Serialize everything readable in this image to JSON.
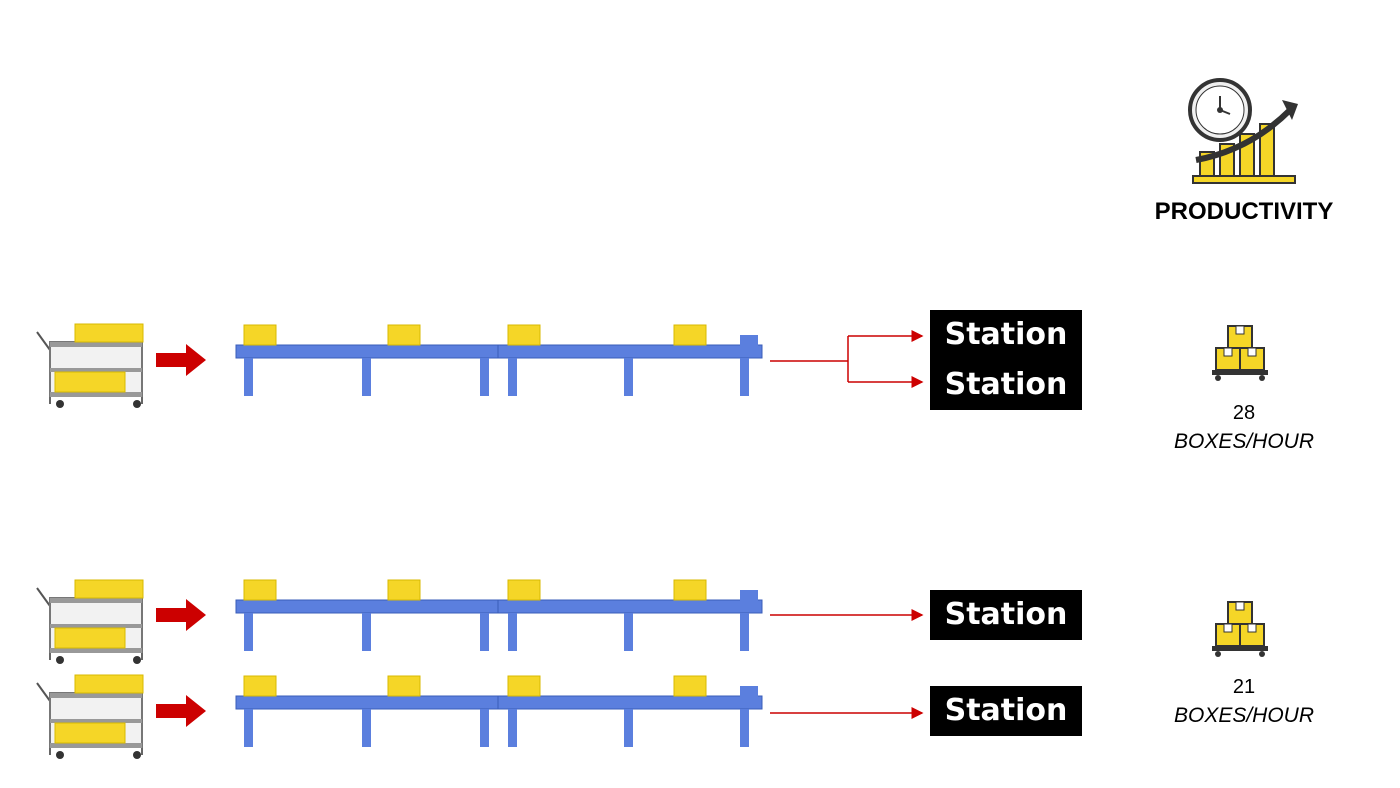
{
  "header": {
    "title": "PRODUCTIVITY",
    "icon": "clock-growth-chart-icon"
  },
  "colors": {
    "conveyor": "#5b7fde",
    "box": "#f5d627",
    "arrow": "#cc0000",
    "station_bg": "#000000",
    "station_text": "#ffffff"
  },
  "scenario_1": {
    "stations": [
      "Station 1",
      "Station 2"
    ],
    "metric": {
      "value": "28",
      "unit": "BOXES/HOUR",
      "icon": "box-pallet-icon"
    }
  },
  "scenario_2": {
    "lines": [
      {
        "station": "Station 1"
      },
      {
        "station": "Station 2"
      }
    ],
    "metric": {
      "value": "21",
      "unit": "BOXES/HOUR",
      "icon": "box-pallet-icon"
    }
  }
}
